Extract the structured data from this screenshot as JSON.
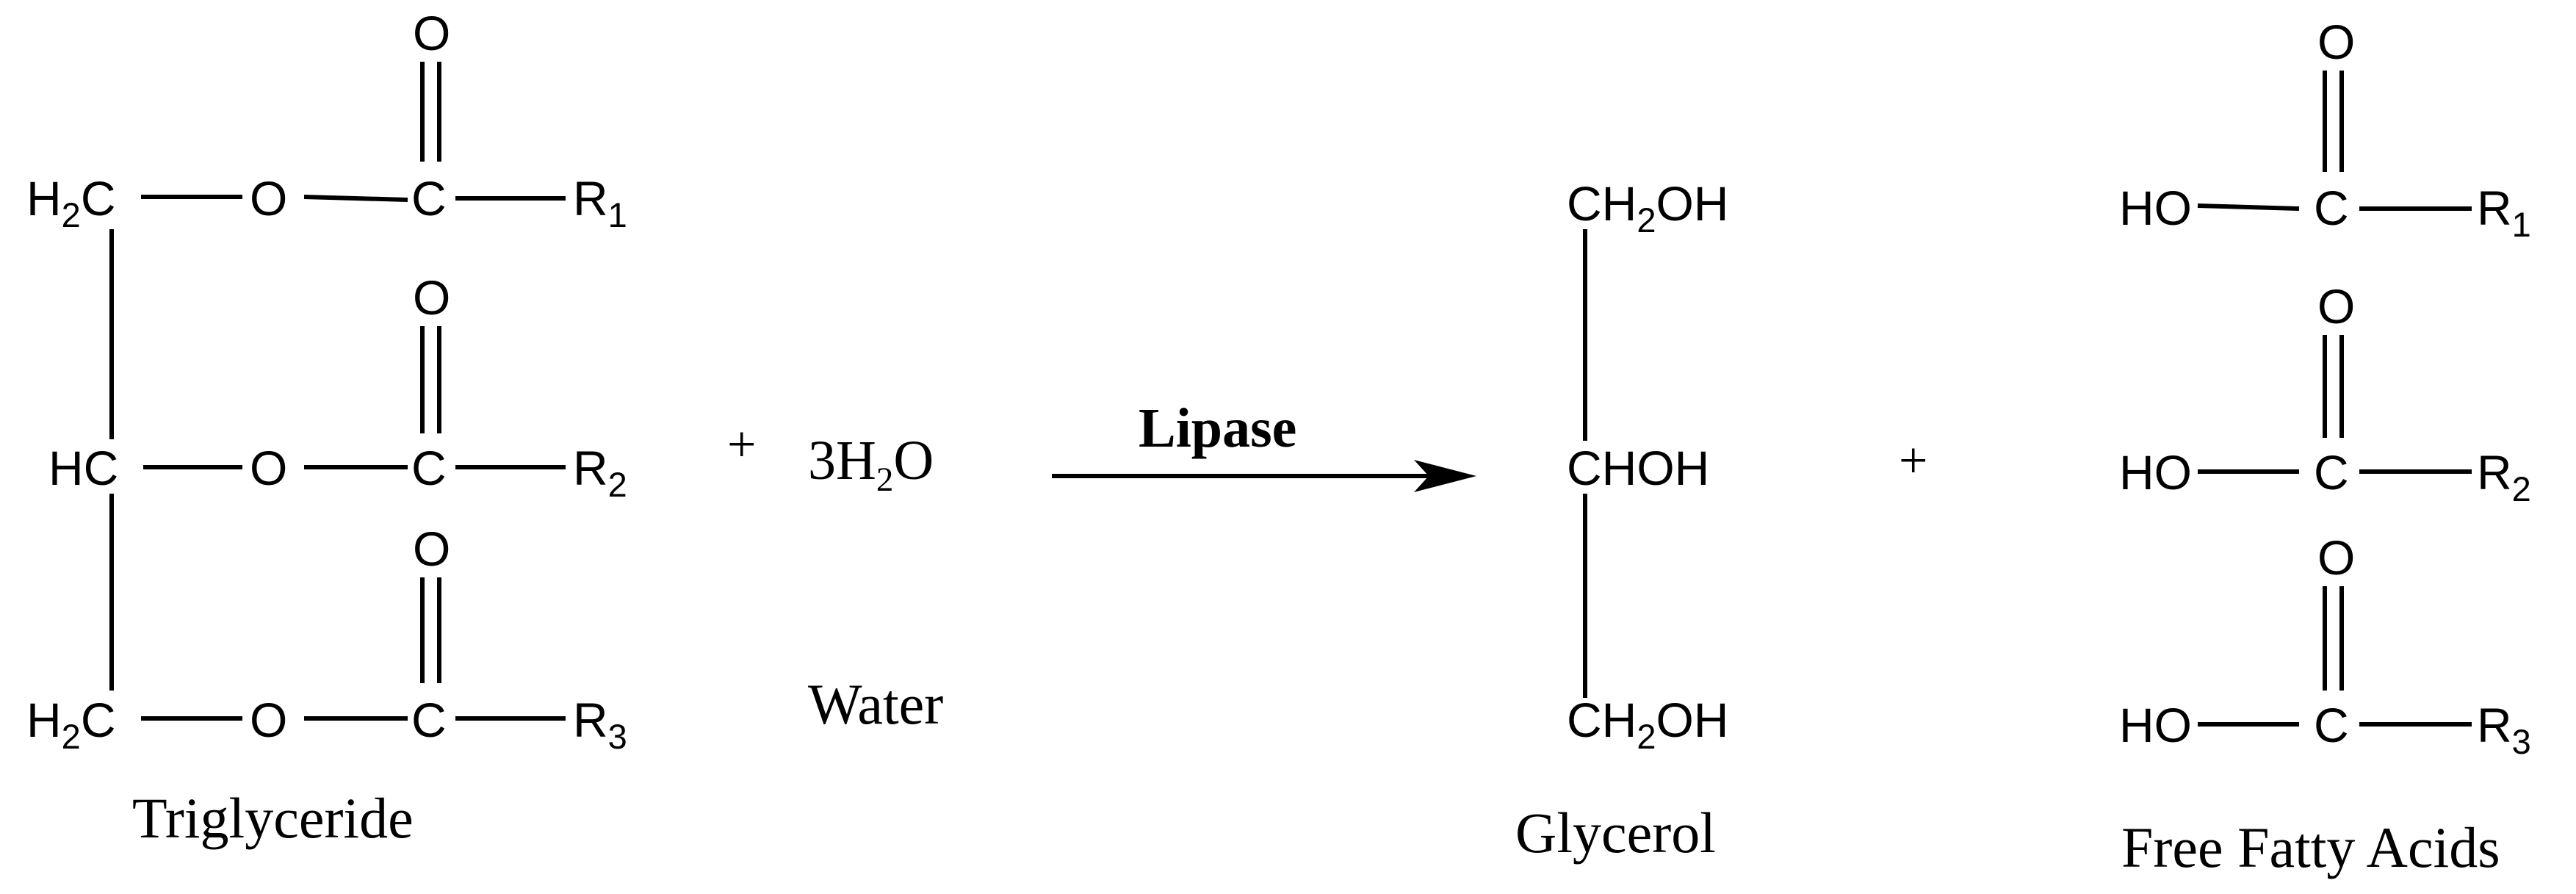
{
  "reaction": {
    "reactant": {
      "caption": "Triglyceride",
      "backbone": [
        {
          "atom": "H",
          "sub": "2",
          "tail": "C"
        },
        {
          "atom": "HC",
          "sub": "",
          "tail": ""
        },
        {
          "atom": "H",
          "sub": "2",
          "tail": "C"
        }
      ],
      "ester": {
        "o": "O",
        "c": "C",
        "carbonyl_o": "O"
      },
      "r_groups": [
        {
          "r": "R",
          "sub": "1"
        },
        {
          "r": "R",
          "sub": "2"
        },
        {
          "r": "R",
          "sub": "3"
        }
      ]
    },
    "plus_1": "+",
    "water": {
      "coef": "3",
      "h": "H",
      "sub": "2",
      "o": "O",
      "caption": "Water"
    },
    "condition": "Lipase",
    "glycerol": {
      "caption": "Glycerol",
      "rows": [
        {
          "pre": "CH",
          "sub": "2",
          "post": "OH"
        },
        {
          "pre": "CHOH",
          "sub": "",
          "post": ""
        },
        {
          "pre": "CH",
          "sub": "2",
          "post": "OH"
        }
      ]
    },
    "plus_2": "+",
    "fatty_acids": {
      "caption": "Free Fatty Acids",
      "ho": "HO",
      "c": "C",
      "carbonyl_o": "O",
      "r_groups": [
        {
          "r": "R",
          "sub": "1"
        },
        {
          "r": "R",
          "sub": "2"
        },
        {
          "r": "R",
          "sub": "3"
        }
      ]
    }
  }
}
